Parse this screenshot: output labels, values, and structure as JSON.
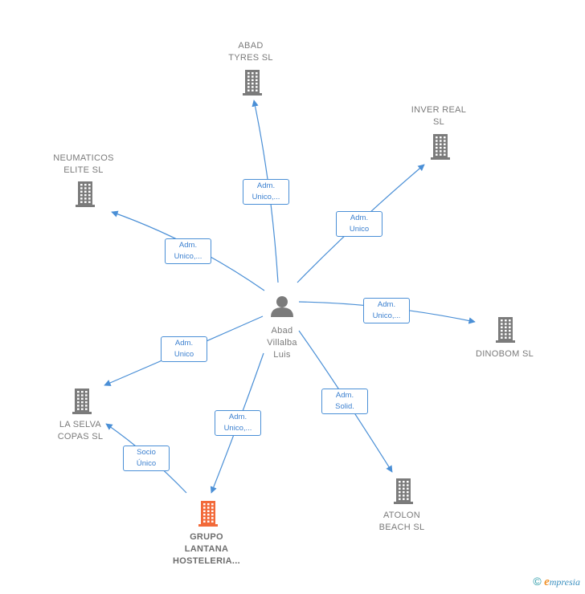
{
  "center": {
    "label": "Abad\nVillalba\nLuis",
    "icon": "person-icon"
  },
  "nodes": [
    {
      "id": "abad-tyres",
      "label": "ABAD\nTYRES SL",
      "icon": "building-icon",
      "color": "#7b7b7b"
    },
    {
      "id": "inver-real",
      "label": "INVER REAL\nSL",
      "icon": "building-icon",
      "color": "#7b7b7b"
    },
    {
      "id": "neumaticos-elite",
      "label": "NEUMATICOS\nELITE  SL",
      "icon": "building-icon",
      "color": "#7b7b7b"
    },
    {
      "id": "dinobom",
      "label": "DINOBOM  SL",
      "icon": "building-icon",
      "color": "#7b7b7b"
    },
    {
      "id": "la-selva-copas",
      "label": "LA SELVA\nCOPAS  SL",
      "icon": "building-icon",
      "color": "#7b7b7b"
    },
    {
      "id": "atolon-beach",
      "label": "ATOLON\nBEACH  SL",
      "icon": "building-icon",
      "color": "#7b7b7b"
    },
    {
      "id": "grupo-lantana",
      "label": "GRUPO\nLANTANA\nHOSTELERIA...",
      "icon": "building-icon",
      "color": "#f26a3a"
    }
  ],
  "edges": [
    {
      "from": "center",
      "to": "abad-tyres",
      "label": "Adm.\nUnico,..."
    },
    {
      "from": "center",
      "to": "inver-real",
      "label": "Adm.\nUnico"
    },
    {
      "from": "center",
      "to": "neumaticos-elite",
      "label": "Adm.\nUnico,..."
    },
    {
      "from": "center",
      "to": "dinobom",
      "label": "Adm.\nUnico,..."
    },
    {
      "from": "center",
      "to": "la-selva-copas",
      "label": "Adm.\nUnico"
    },
    {
      "from": "center",
      "to": "atolon-beach",
      "label": "Adm.\nSolid."
    },
    {
      "from": "center",
      "to": "grupo-lantana",
      "label": "Adm.\nUnico,..."
    },
    {
      "from": "grupo-lantana",
      "to": "la-selva-copas",
      "label": "Socio\nÚnico"
    }
  ],
  "footer": {
    "copyright": "©",
    "brand_initial": "e",
    "brand_rest": "mpresia"
  },
  "colors": {
    "edge": "#4a8fd6",
    "icon_gray": "#7b7b7b",
    "highlight": "#f26a3a"
  }
}
